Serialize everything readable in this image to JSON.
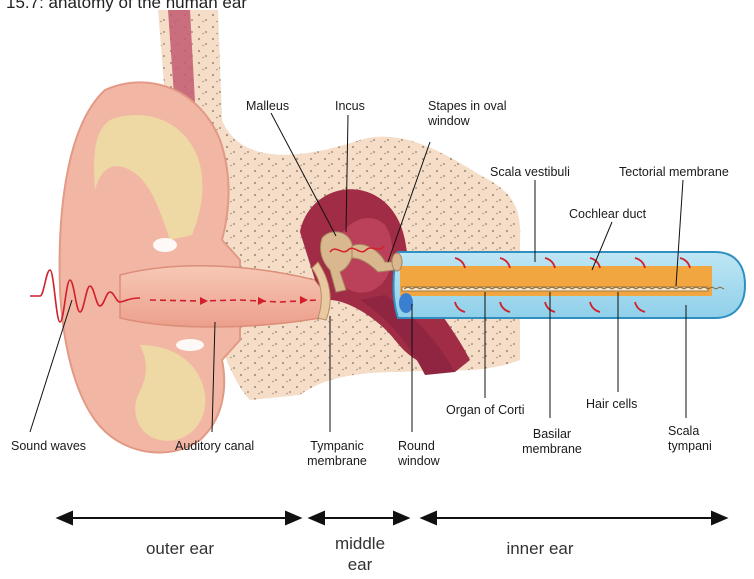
{
  "caption": "15.7: anatomy of the human ear",
  "labels": {
    "malleus": "Malleus",
    "incus": "Incus",
    "stapes": "Stapes in oval window",
    "scala_vestibuli": "Scala vestibuli",
    "tectorial_membrane": "Tectorial membrane",
    "cochlear_duct": "Cochlear duct",
    "sound_waves": "Sound waves",
    "auditory_canal": "Auditory canal",
    "tympanic_membrane": "Tympanic membrane",
    "round_window": "Round window",
    "organ_of_corti": "Organ of Corti",
    "basilar_membrane": "Basilar membrane",
    "hair_cells": "Hair cells",
    "scala_tympani": "Scala tympani"
  },
  "regions": {
    "outer": "outer ear",
    "middle": "middle ear",
    "inner": "inner ear"
  },
  "colors": {
    "skin": "#f2b7a4",
    "skin_dark": "#e29a86",
    "cartilage": "#eed9a4",
    "bone": "#f5ddc7",
    "bone_dots": "#8a7a6a",
    "cavity": "#a02c45",
    "cavity_light": "#c44a62",
    "cochlea_outer": "#9ed8ee",
    "cochlea_border": "#2e8fc0",
    "cochlear_duct": "#f2a640",
    "wave": "#d21f2a",
    "ossicle": "#d9b890"
  }
}
